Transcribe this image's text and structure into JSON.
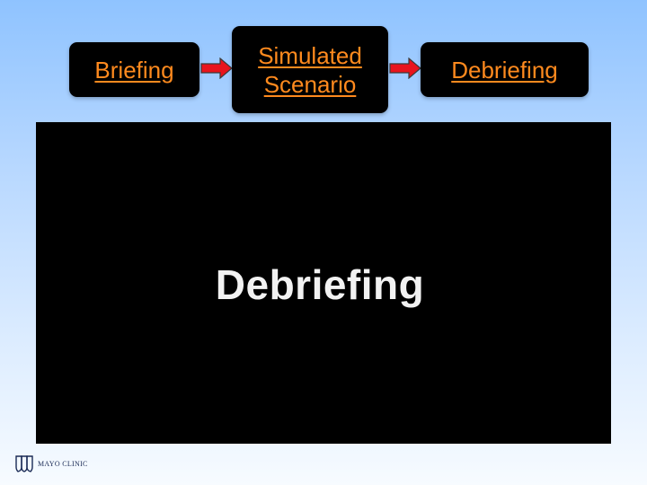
{
  "flow": {
    "steps": [
      {
        "label": "Briefing"
      },
      {
        "label_line1": "Simulated",
        "label_line2": "Scenario"
      },
      {
        "label": "Debriefing"
      }
    ],
    "arrow_color": "#e8141d",
    "arrow_outline": "#3b3b3b"
  },
  "video": {
    "title": "Debriefing"
  },
  "footer": {
    "logo_text": "MAYO CLINIC",
    "logo_icon": "mayo-shield-icon"
  },
  "colors": {
    "step_text": "#ff8a1e",
    "step_box": "#000000",
    "background_top": "#8fc3ff",
    "background_bottom": "#f7fbff"
  }
}
